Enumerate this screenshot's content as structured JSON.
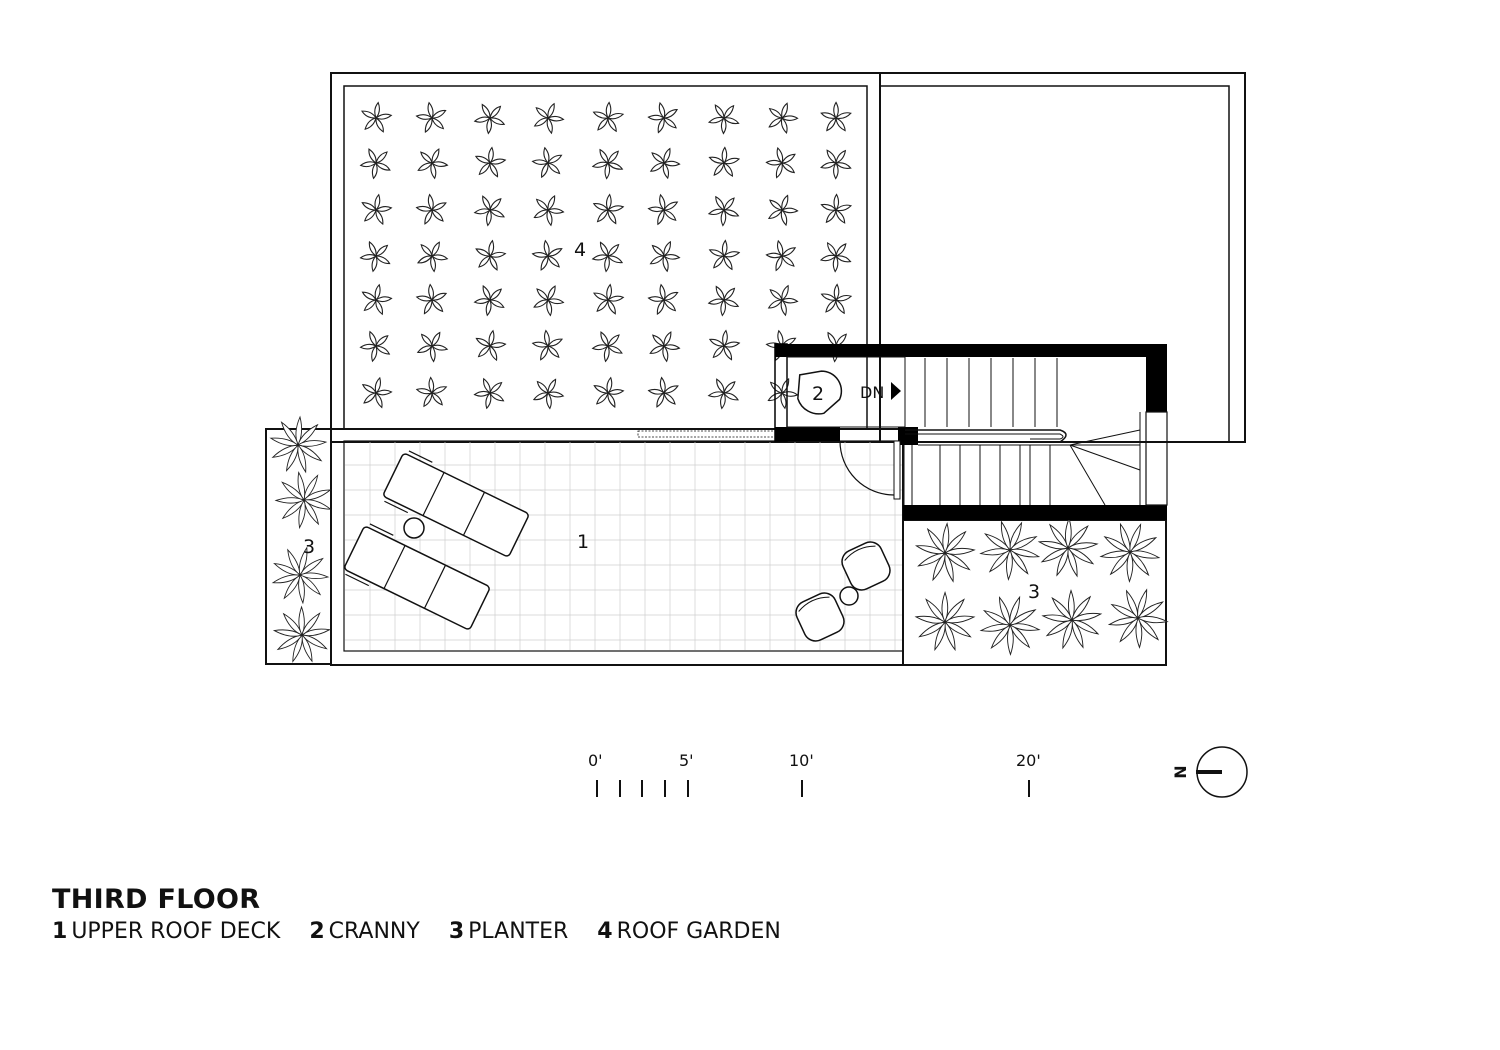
{
  "title": "THIRD FLOOR",
  "legend": [
    {
      "num": "1",
      "label": "UPPER ROOF DECK"
    },
    {
      "num": "2",
      "label": "CRANNY"
    },
    {
      "num": "3",
      "label": "PLANTER"
    },
    {
      "num": "4",
      "label": "ROOF GARDEN"
    }
  ],
  "rooms": {
    "deck": "1",
    "cranny": "2",
    "planter_left": "3",
    "planter_right": "3",
    "garden": "4"
  },
  "stair_label": "DN",
  "scale": {
    "label_0": "0'",
    "label_5": "5'",
    "label_10": "10'",
    "label_20": "20'"
  },
  "north_label": "N",
  "colors": {
    "ink": "#111111",
    "wall": "#000000",
    "grid": "#cccccc"
  }
}
